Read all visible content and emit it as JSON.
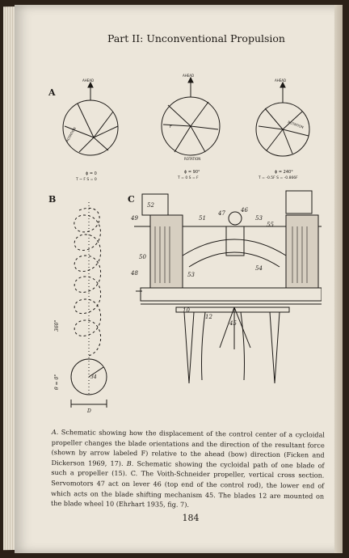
{
  "running_head": "Part II: Unconventional Propulsion",
  "page_number": "184",
  "figure": {
    "panel_a_label": "A",
    "panel_b_label": "B",
    "panel_c_label": "C",
    "ahead": "AHEAD",
    "rotation": "ROTATION",
    "force_label": "F",
    "phi_0": "ϕ = 0",
    "phi_0_sub": "T ~ F    S = 0",
    "phi_90": "ϕ = 90°",
    "phi_90_sub": "T = 0     S = F",
    "phi_240": "ϕ = 240°",
    "phi_240_sub": "T = -0.5F    S = -0.866F",
    "angle_360": "360°",
    "angle_0": "θ = 0°",
    "dim_34": "34",
    "dim_d": "D",
    "parts": [
      "52",
      "49",
      "51",
      "47",
      "46",
      "53",
      "55",
      "50",
      "48",
      "53",
      "54",
      "10",
      "12",
      "45"
    ]
  },
  "caption": {
    "a_label": "A.",
    "a_text": " Schematic showing how the displacement of the control center of a cycloidal propeller changes the blade orientations and the direction of the resultant force (shown by arrow labeled F) relative to the ahead (bow) direction (Ficken and Dickerson 1969, 17). ",
    "b_label": "B.",
    "b_text": " Schematic showing the cycloidal path of one blade of such a propeller (15). C. The Voith-Schneider propeller, vertical cross section. Servomotors 47 act on lever 46 (top end of the control rod), the lower end of which acts on the blade shifting mechanism 45. The blades 12 are mounted on the blade wheel 10 (Ehrhart 1935, fig. 7)."
  }
}
